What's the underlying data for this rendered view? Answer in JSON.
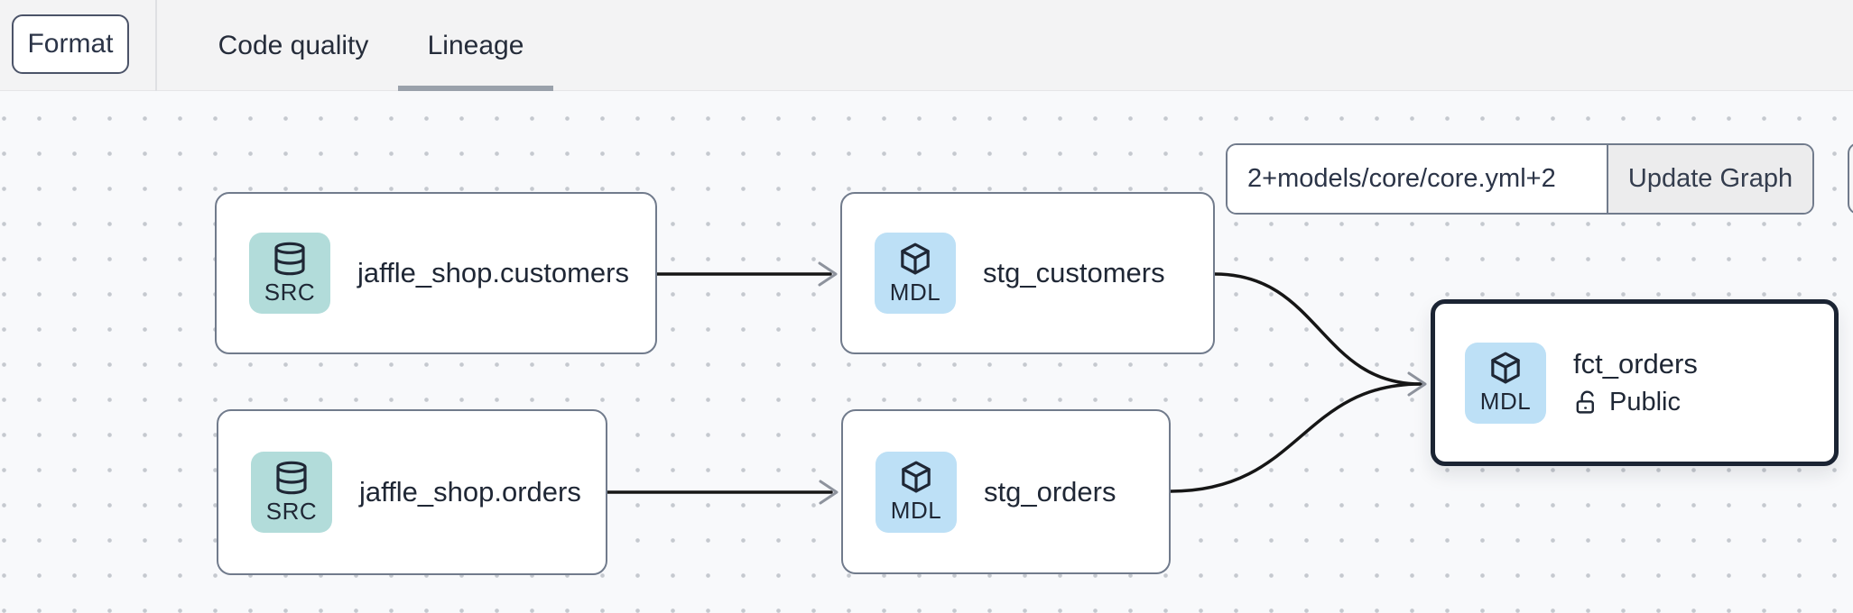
{
  "toolbar": {
    "format_label": "Format",
    "tabs": [
      {
        "label": "Code quality",
        "active": false
      },
      {
        "label": "Lineage",
        "active": true
      }
    ]
  },
  "lineage_controls": {
    "selector_value": "2+models/core/core.yml+2",
    "update_button_label": "Update Graph"
  },
  "graph": {
    "nodes": [
      {
        "title": "jaffle_shop.customers",
        "badge": "SRC",
        "type": "source",
        "icon": "database-icon"
      },
      {
        "title": "stg_customers",
        "badge": "MDL",
        "type": "model",
        "icon": "cube-icon"
      },
      {
        "title": "jaffle_shop.orders",
        "badge": "SRC",
        "type": "source",
        "icon": "database-icon"
      },
      {
        "title": "stg_orders",
        "badge": "MDL",
        "type": "model",
        "icon": "cube-icon"
      },
      {
        "title": "fct_orders",
        "badge": "MDL",
        "type": "model",
        "icon": "cube-icon",
        "access_label": "Public",
        "access_icon": "unlock-icon",
        "selected": true
      }
    ],
    "edges": [
      {
        "from": "jaffle_shop.customers",
        "to": "stg_customers"
      },
      {
        "from": "jaffle_shop.orders",
        "to": "stg_orders"
      },
      {
        "from": "stg_customers",
        "to": "fct_orders"
      },
      {
        "from": "stg_orders",
        "to": "fct_orders"
      }
    ]
  },
  "colors": {
    "toolbar_bg": "#f3f3f4",
    "canvas_bg": "#f8f9fb",
    "grid_dot": "#c5c9cf",
    "text_dark": "#1f2735",
    "node_border": "#717b8c",
    "selected_node_border": "#1b2433",
    "source_icon_bg": "#b2dcda",
    "model_icon_bg": "#bde0f6",
    "edge_stroke": "#161616",
    "arrowhead": "#8e939d",
    "active_tab_underline": "#9aa1ab",
    "update_button_bg": "#ececed"
  }
}
